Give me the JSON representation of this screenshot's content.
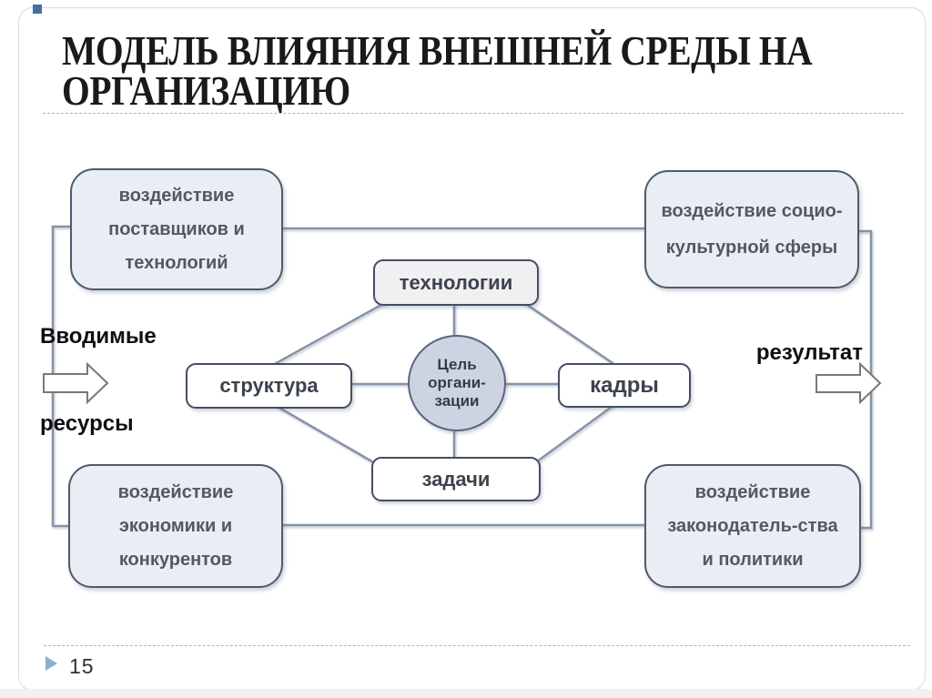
{
  "slide": {
    "title_line1": "МОДЕЛЬ ВЛИЯНИЯ ВНЕШНЕЙ СРЕДЫ НА",
    "title_line2": "ОРГАНИЗАЦИЮ",
    "page_number": "15"
  },
  "labels": {
    "input_line1": "Вводимые",
    "input_line2": "ресурсы",
    "output": "результат"
  },
  "outer_boxes": {
    "top_left": {
      "lines": [
        "воздействие",
        "поставщиков и",
        "технологий"
      ]
    },
    "top_right": {
      "lines": [
        "воздействие социо-",
        "культурной сферы"
      ]
    },
    "bottom_left": {
      "lines": [
        "воздействие",
        "экономики и",
        "конкурентов"
      ]
    },
    "bottom_right": {
      "lines": [
        "воздействие",
        "законодатель-ства",
        "и политики"
      ]
    }
  },
  "inner_nodes": {
    "top": "технологии",
    "left": "структура",
    "right": "кадры",
    "bottom": "задачи",
    "center": {
      "lines": [
        "Цель",
        "органи-",
        "зации"
      ]
    }
  },
  "colors": {
    "accent_square": "#44719f",
    "connector_line": "#8693a8",
    "box_fill": "#e9eef4",
    "box_border": "#4e5a6d",
    "circle_fill": "#cdd3e1",
    "dashed_line": "#a3b8cc",
    "page_marker": "#8fafc7"
  }
}
